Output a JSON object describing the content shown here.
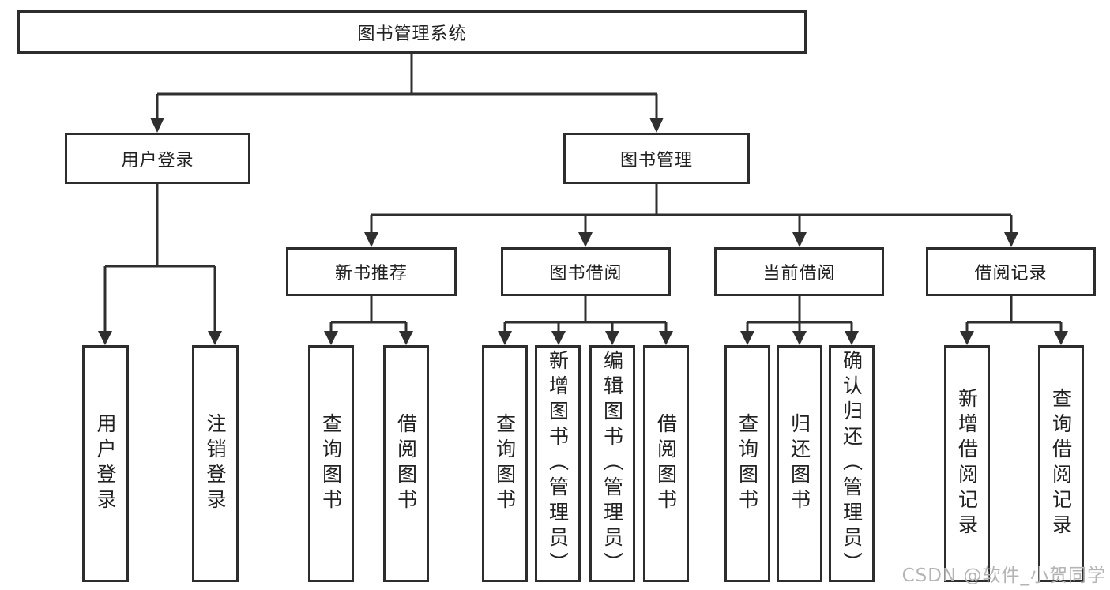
{
  "diagram": {
    "root": {
      "label": "图书管理系统"
    },
    "branches": [
      {
        "label": "用户登录",
        "children": [
          {
            "label": "用户登录"
          },
          {
            "label": "注销登录"
          }
        ]
      },
      {
        "label": "图书管理",
        "children": [
          {
            "label": "新书推荐",
            "children": [
              {
                "label": "查询图书"
              },
              {
                "label": "借阅图书"
              }
            ]
          },
          {
            "label": "图书借阅",
            "children": [
              {
                "label": "查询图书"
              },
              {
                "label": "新增图书（管理员）"
              },
              {
                "label": "编辑图书（管理员）"
              },
              {
                "label": "借阅图书"
              }
            ]
          },
          {
            "label": "当前借阅",
            "children": [
              {
                "label": "查询图书"
              },
              {
                "label": "归还图书"
              },
              {
                "label": "确认归还（管理员）"
              }
            ]
          },
          {
            "label": "借阅记录",
            "children": [
              {
                "label": "新增借阅记录"
              },
              {
                "label": "查询借阅记录"
              }
            ]
          }
        ]
      }
    ]
  },
  "watermark": {
    "text": "CSDN @软件_小贺同学"
  },
  "colors": {
    "line": "#2f2f2f",
    "box_border": "#2d2d2d",
    "text": "#212121",
    "watermark": "#b4b4b4",
    "background": "#ffffff"
  }
}
